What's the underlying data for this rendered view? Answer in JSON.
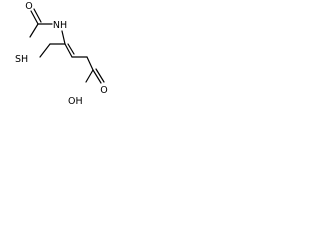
{
  "molecule": {
    "atoms": {
      "o_acetyl": "O",
      "nh": "NH",
      "sh": "SH",
      "oh": "OH",
      "o_acid": "O"
    }
  }
}
